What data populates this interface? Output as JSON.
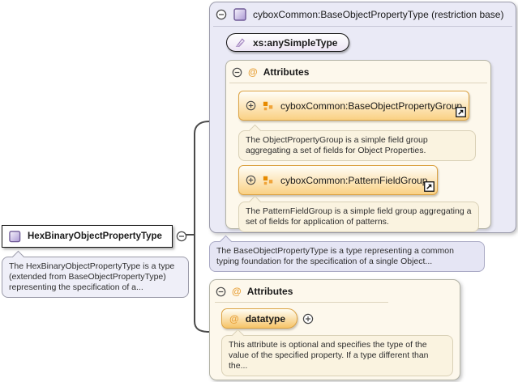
{
  "diagram": {
    "root_node": {
      "label": "HexBinaryObjectPropertyType",
      "tooltip": "The HexBinaryObjectPropertyType is a type (extended from BaseObjectPropertyType) representing the specification of a..."
    },
    "base_type_panel": {
      "title": "cyboxCommon:BaseObjectPropertyType (restriction base)",
      "simple_type_badge": "xs:anySimpleType",
      "attributes_section": {
        "header": "Attributes",
        "groups": [
          {
            "label": "cyboxCommon:BaseObjectPropertyGroup",
            "description": "The ObjectPropertyGroup is a simple field group aggregating a set of fields for Object Properties."
          },
          {
            "label": "cyboxCommon:PatternFieldGroup",
            "description": "The PatternFieldGroup is a simple field group aggregating a set of fields for application of patterns."
          }
        ]
      },
      "tooltip": "The BaseObjectPropertyType is a type representing a common typing foundation for the specification of a single Object..."
    },
    "local_attributes_panel": {
      "header": "Attributes",
      "attributes": [
        {
          "name": "datatype",
          "description": "This attribute is optional and specifies the type of the value of the specified property. If a type different than the..."
        }
      ]
    },
    "symbols": {
      "at": "@",
      "collapse": "−",
      "expand": "+",
      "goto": "↗"
    },
    "colors": {
      "panel_bg": "#eaeaf6",
      "attr_panel_bg": "#fdf8ec",
      "orange_fill": "#fad184",
      "orange_border": "#dca344",
      "at_accent": "#e8a33d",
      "purple_icon": "#b09fd6",
      "connector": "#4a4a4a"
    }
  }
}
